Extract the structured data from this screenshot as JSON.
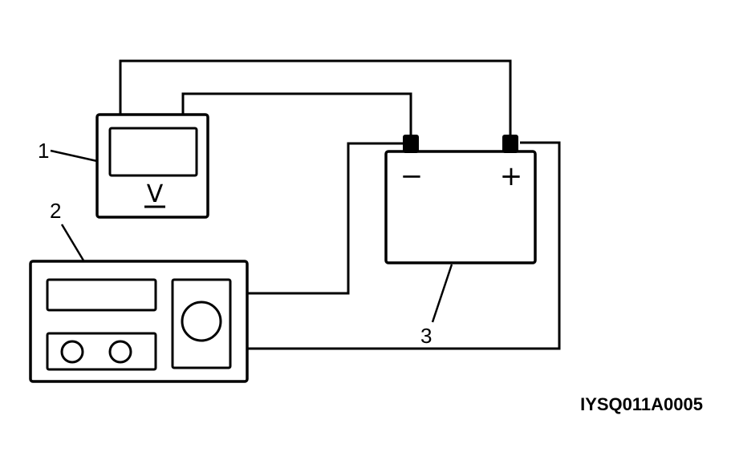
{
  "diagram": {
    "callouts": {
      "voltmeter": "1",
      "charger": "2",
      "battery": "3"
    },
    "voltmeter": {
      "unit_symbol": "V"
    },
    "battery": {
      "negative_symbol": "−",
      "positive_symbol": "+"
    },
    "figure_code": "IYSQ011A0005"
  }
}
